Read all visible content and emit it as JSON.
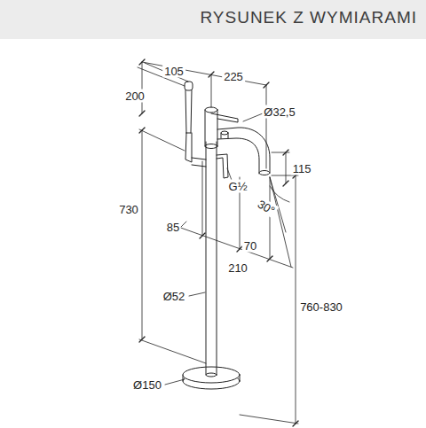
{
  "diagram": {
    "title": "RYSUNEK Z WYMIARAMI",
    "labels": [
      "105",
      "225",
      "200",
      "Ø32,5",
      "115",
      "G½",
      "30°",
      "730",
      "85",
      "70",
      "210",
      "Ø52",
      "760-830",
      "Ø150"
    ]
  }
}
